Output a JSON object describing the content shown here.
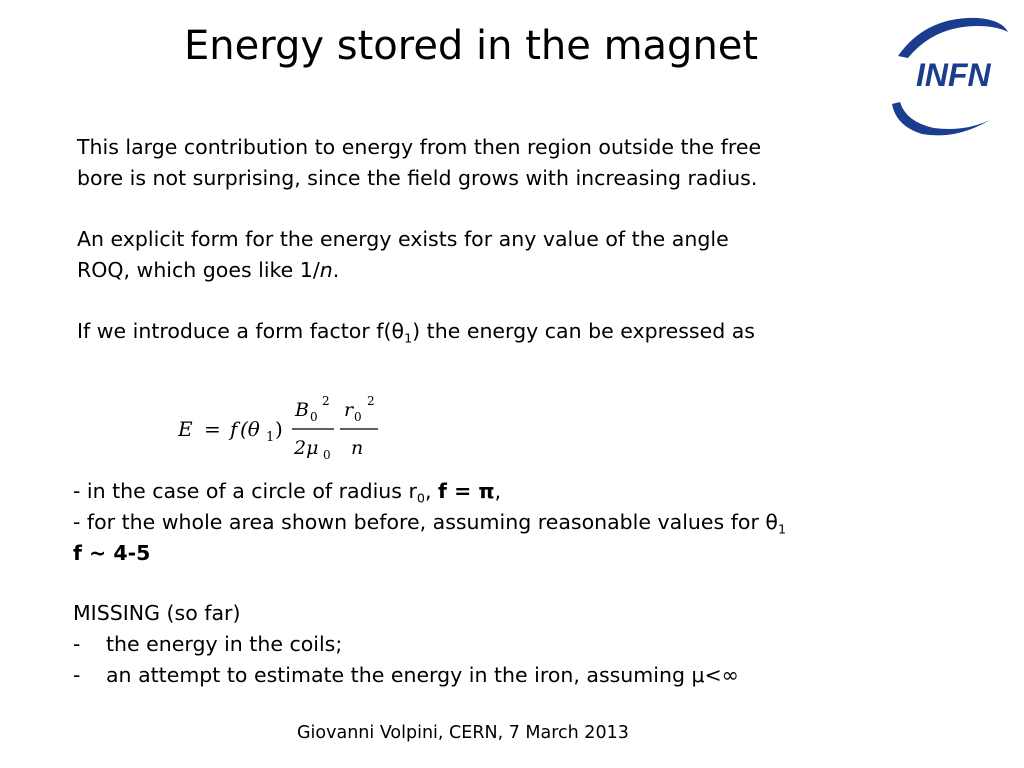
{
  "slide": {
    "title": "Energy stored in the magnet",
    "logo_text": "INFN",
    "paragraph1_line1": "This large contribution to energy from then region outside the free",
    "paragraph1_line2": "bore is not surprising, since the field grows with increasing radius.",
    "paragraph2_line1": "An explicit form for the energy exists for any value of the angle",
    "paragraph2_line2_prefix": "ROQ, which goes like 1/",
    "paragraph2_line2_var": "n",
    "paragraph2_line2_suffix": ".",
    "paragraph3_prefix": "If we introduce a form factor f(θ",
    "paragraph3_sub": "1",
    "paragraph3_suffix": ") the energy can be expressed as",
    "formula": {
      "lhs": "E",
      "equals": "=",
      "func": "f",
      "theta_open": "(θ",
      "theta_sub": "1",
      "theta_close": ")",
      "num1_base": "B",
      "num1_sub": "0",
      "num1_sup": "2",
      "den1_coeff": "2μ",
      "den1_sub": "0",
      "num2_base": "r",
      "num2_sub": "0",
      "num2_sup": "2",
      "den2": "n"
    },
    "line1_prefix": "- in the case of a circle of radius r",
    "line1_sub": "0",
    "line1_mid": ", ",
    "line1_bold": "f = π",
    "line1_suffix": ",",
    "line2_text": "- for the whole area shown before, assuming reasonable values for θ",
    "line2_sub": "1",
    "line3_bold": "f ~ 4-5",
    "missing_heading": "MISSING (so far)",
    "bullet_marker": "-",
    "bullet1": "the energy in the coils;",
    "bullet2": "an attempt to estimate the energy in the iron, assuming  μ<∞",
    "footer": "Giovanni Volpini,  CERN,  7 March 2013"
  },
  "colors": {
    "logo_blue": "#1a3d8f",
    "text": "#000000"
  }
}
